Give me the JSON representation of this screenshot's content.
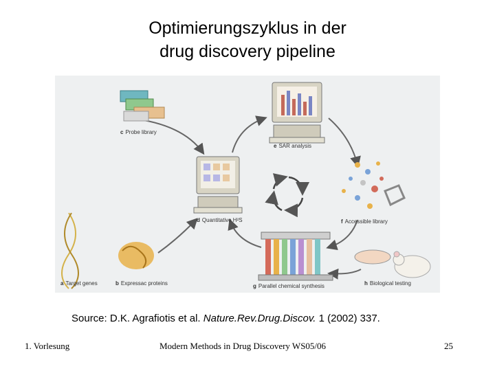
{
  "slide": {
    "title_line1": "Optimierungszyklus in der",
    "title_line2": "drug discovery pipeline"
  },
  "figure": {
    "labels": {
      "a": {
        "letter": "a",
        "text": "Target genes"
      },
      "b": {
        "letter": "b",
        "text": "Expressac proteins"
      },
      "c": {
        "letter": "c",
        "text": "Probe library"
      },
      "d": {
        "letter": "d",
        "text": "Quantitative H²S"
      },
      "e": {
        "letter": "e",
        "text": "SAR analysis"
      },
      "f": {
        "letter": "f",
        "text": "Accessible library"
      },
      "g": {
        "letter": "g",
        "text": "Parallel chemical synthesis"
      },
      "h": {
        "letter": "h",
        "text": "Biological testing"
      }
    }
  },
  "source": {
    "prefix": "Source: D.K. Agrafiotis et al. ",
    "journal": "Nature.Rev.Drug.Discov.",
    "suffix": " 1 (2002) 337."
  },
  "footer": {
    "left": "1. Vorlesung",
    "center": "Modern Methods in Drug Discovery WS05/06",
    "page": "25"
  }
}
